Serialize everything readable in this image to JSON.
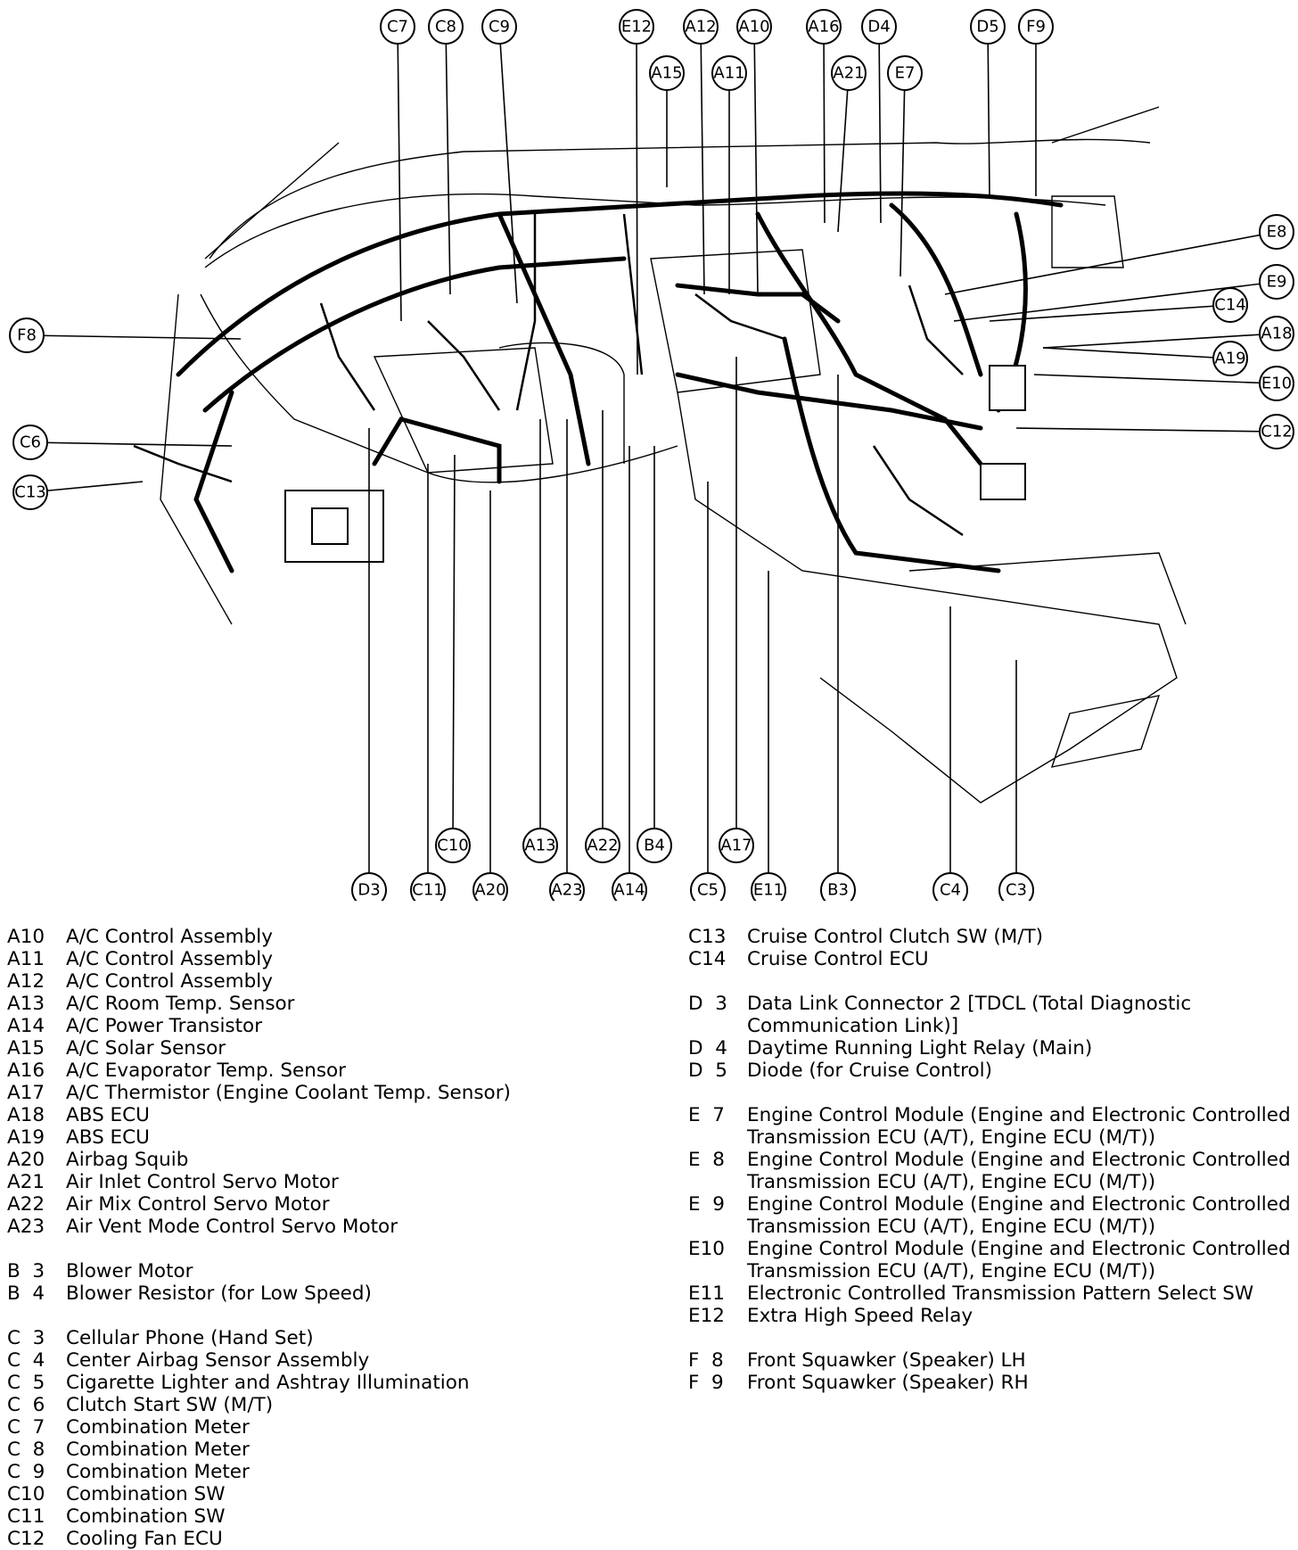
{
  "callouts_top": [
    "C7",
    "C8",
    "C9",
    "E12",
    "A12",
    "A10",
    "A16",
    "D4",
    "D5",
    "F9",
    "A15",
    "A11",
    "A21",
    "E7"
  ],
  "callouts_side": [
    "E8",
    "E9",
    "C14",
    "A18",
    "A19",
    "E10",
    "C12",
    "F8",
    "C6",
    "C13"
  ],
  "callouts_bottom": [
    "C10",
    "A13",
    "A22",
    "B4",
    "A17",
    "D3",
    "C11",
    "A20",
    "A23",
    "A14",
    "C5",
    "E11",
    "B3",
    "C4",
    "C3"
  ],
  "legend_left": [
    {
      "code": "A10",
      "desc": "A/C Control Assembly"
    },
    {
      "code": "A11",
      "desc": "A/C Control Assembly"
    },
    {
      "code": "A12",
      "desc": "A/C Control Assembly"
    },
    {
      "code": "A13",
      "desc": "A/C Room Temp. Sensor"
    },
    {
      "code": "A14",
      "desc": "A/C Power Transistor"
    },
    {
      "code": "A15",
      "desc": "A/C Solar Sensor"
    },
    {
      "code": "A16",
      "desc": "A/C Evaporator Temp. Sensor"
    },
    {
      "code": "A17",
      "desc": "A/C Thermistor (Engine Coolant Temp. Sensor)"
    },
    {
      "code": "A18",
      "desc": "ABS ECU"
    },
    {
      "code": "A19",
      "desc": "ABS ECU"
    },
    {
      "code": "A20",
      "desc": "Airbag Squib"
    },
    {
      "code": "A21",
      "desc": "Air Inlet Control Servo Motor"
    },
    {
      "code": "A22",
      "desc": "Air Mix Control Servo Motor"
    },
    {
      "code": "A23",
      "desc": "Air Vent Mode Control Servo Motor"
    },
    {
      "gap": true
    },
    {
      "code": "B  3",
      "desc": "Blower Motor"
    },
    {
      "code": "B  4",
      "desc": "Blower Resistor (for Low Speed)"
    },
    {
      "gap": true
    },
    {
      "code": "C  3",
      "desc": "Cellular Phone (Hand Set)"
    },
    {
      "code": "C  4",
      "desc": "Center Airbag Sensor Assembly"
    },
    {
      "code": "C  5",
      "desc": "Cigarette Lighter and Ashtray Illumination"
    },
    {
      "code": "C  6",
      "desc": "Clutch Start SW (M/T)"
    },
    {
      "code": "C  7",
      "desc": "Combination Meter"
    },
    {
      "code": "C  8",
      "desc": "Combination Meter"
    },
    {
      "code": "C  9",
      "desc": "Combination Meter"
    },
    {
      "code": "C10",
      "desc": "Combination SW"
    },
    {
      "code": "C11",
      "desc": "Combination SW"
    },
    {
      "code": "C12",
      "desc": "Cooling Fan ECU"
    }
  ],
  "legend_right": [
    {
      "code": "C13",
      "desc": "Cruise Control Clutch SW (M/T)"
    },
    {
      "code": "C14",
      "desc": "Cruise Control ECU"
    },
    {
      "gap": true
    },
    {
      "code": "D  3",
      "desc": "Data Link Connector 2 [TDCL (Total Diagnostic Communication Link)]"
    },
    {
      "code": "D  4",
      "desc": "Daytime Running Light Relay (Main)"
    },
    {
      "code": "D  5",
      "desc": "Diode (for Cruise Control)"
    },
    {
      "gap": true
    },
    {
      "code": "E  7",
      "desc": "Engine Control Module (Engine and Electronic Controlled Transmission ECU (A/T), Engine ECU (M/T))"
    },
    {
      "code": "E  8",
      "desc": "Engine Control Module (Engine and Electronic Controlled Transmission ECU (A/T), Engine ECU (M/T))"
    },
    {
      "code": "E  9",
      "desc": "Engine Control Module (Engine and Electronic Controlled Transmission ECU (A/T), Engine ECU (M/T))"
    },
    {
      "code": "E10",
      "desc": "Engine Control Module (Engine and Electronic Controlled Transmission ECU (A/T), Engine ECU (M/T))"
    },
    {
      "code": "E11",
      "desc": "Electronic Controlled Transmission Pattern Select SW"
    },
    {
      "code": "E12",
      "desc": "Extra High Speed Relay"
    },
    {
      "gap": true
    },
    {
      "code": "F  8",
      "desc": "Front Squawker (Speaker) LH"
    },
    {
      "code": "F  9",
      "desc": "Front Squawker (Speaker) RH"
    }
  ]
}
